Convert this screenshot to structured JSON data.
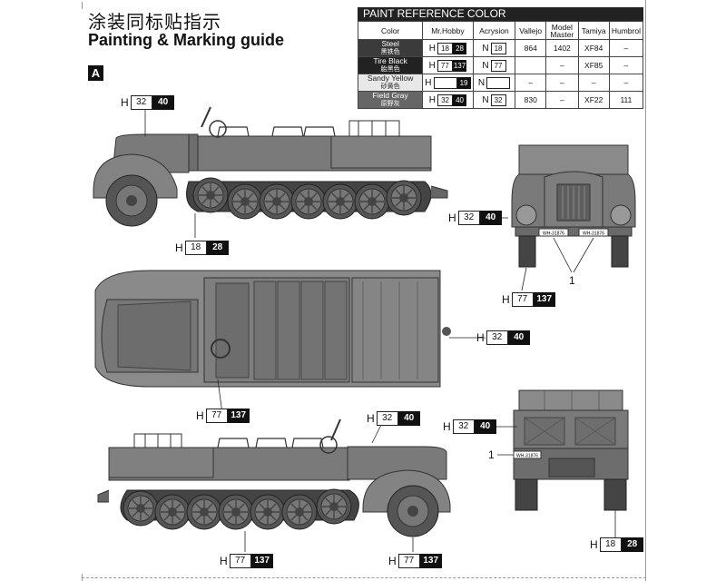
{
  "header": {
    "title_cn": "涂装同标贴指示",
    "title_en": "Painting & Marking guide",
    "section": "A"
  },
  "paint_table": {
    "title": "PAINT REFERENCE COLOR",
    "columns": [
      "Color",
      "Mr.Hobby",
      "Acrysion",
      "Vallejo",
      "Model Master",
      "Tamiya",
      "Humbrol"
    ],
    "rows": [
      {
        "name": "Steel",
        "name_cn": "黑铁色",
        "hobby_w": "18",
        "hobby_b": "28",
        "acry": "18",
        "vallejo": "864",
        "mm": "1402",
        "tamiya": "XF84",
        "humbrol": "–"
      },
      {
        "name": "Tire Black",
        "name_cn": "胎黑色",
        "hobby_w": "77",
        "hobby_b": "137",
        "acry": "77",
        "vallejo": "",
        "mm": "–",
        "tamiya": "XF85",
        "humbrol": "–"
      },
      {
        "name": "Sandy Yellow",
        "name_cn": "砂黄色",
        "hobby_w": "",
        "hobby_b": "19",
        "acry": "",
        "vallejo": "–",
        "mm": "–",
        "tamiya": "–",
        "humbrol": "–"
      },
      {
        "name": "Field Gray",
        "name_cn": "原野灰",
        "hobby_w": "32",
        "hobby_b": "40",
        "acry": "32",
        "vallejo": "830",
        "mm": "–",
        "tamiya": "XF22",
        "humbrol": "111"
      }
    ],
    "prefix_h": "H",
    "prefix_n": "N"
  },
  "callouts": {
    "h": "H",
    "fieldgray_w": "32",
    "fieldgray_b": "40",
    "steel_w": "18",
    "steel_b": "28",
    "tire_w": "77",
    "tire_b": "137",
    "decal_1": "1"
  },
  "plates": {
    "front_left": "WH-31876",
    "front_right": "WH-31876",
    "rear": "WH-31876"
  }
}
